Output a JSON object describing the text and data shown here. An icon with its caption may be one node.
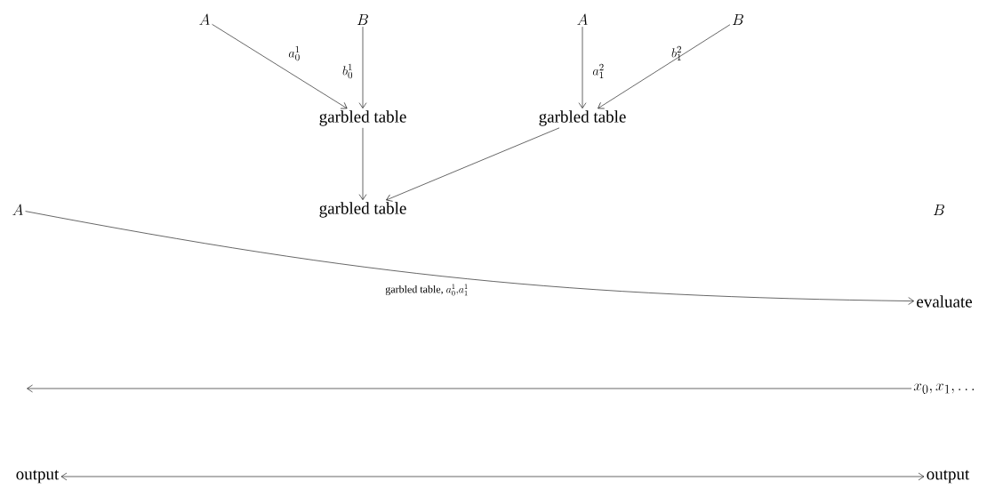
{
  "diagram": {
    "nodes": [
      {
        "text": [
          "A"
        ]
      },
      {
        "text": [
          "B"
        ]
      },
      {
        "text": [
          "A"
        ]
      },
      {
        "text": [
          "B"
        ]
      },
      {
        "text": [
          "garbled table"
        ]
      },
      {
        "text": [
          "garbled table"
        ]
      },
      {
        "text": [
          "garbled table"
        ]
      },
      {
        "text": [
          "A"
        ]
      },
      {
        "text": [
          "B"
        ]
      },
      {
        "text": [
          "evaluate"
        ]
      },
      {
        "text": [
          "x_0, x_1, \\ldots"
        ]
      },
      {
        "text": [
          "output"
        ]
      },
      {
        "text": [
          "output"
        ]
      }
    ],
    "edges": [
      {
        "from": 0,
        "to": 4,
        "arrow": "to",
        "label": "a_0^1"
      },
      {
        "from": 1,
        "to": 4,
        "arrow": "to",
        "label": "b_0^1"
      },
      {
        "from": 2,
        "to": 5,
        "arrow": "to",
        "label": "a_1^2"
      },
      {
        "from": 3,
        "to": 5,
        "arrow": "to",
        "label": "b_1^2"
      },
      {
        "from": 4,
        "to": 6,
        "arrow": "to"
      },
      {
        "from": 5,
        "to": 6,
        "arrow": "to"
      },
      {
        "from": 7,
        "to": 9,
        "arrow": "to",
        "label": "\\mbox{garbled table, }a_0^1{,}a_1^1"
      },
      {
        "from": 10,
        "to": null,
        "arrow": "to"
      },
      {
        "from": 11,
        "to": 12,
        "arrow": "both"
      }
    ]
  }
}
